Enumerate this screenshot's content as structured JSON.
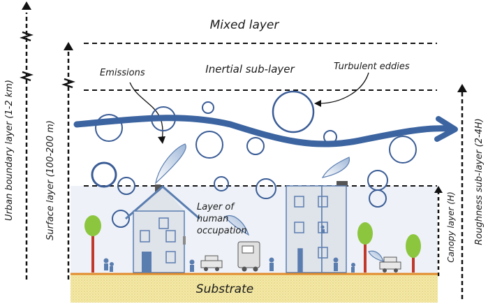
{
  "labels": {
    "mixed_layer": "Mixed layer",
    "inertial_sublayer": "Inertial sub-layer",
    "emissions": "Emissions",
    "turbulent_eddies": "Turbulent eddies",
    "human_layer_1": "Layer of",
    "human_layer_2": "human",
    "human_layer_3": "occupation",
    "substrate": "Substrate",
    "urban_boundary_layer": "Urban boundary layer (1-2 km)",
    "surface_layer": "Surface layer (100-200 m)",
    "canopy_layer": "Canopy layer (H)",
    "roughness_sublayer": "Roughness sub-layer (2-4H)"
  },
  "colors": {
    "wind_arrow": "#3c64a0",
    "eddy": "#3a5c96",
    "building_fill": "#dfe3ea",
    "building_stroke": "#5a7db0",
    "canopy_bg": "#eef2f8",
    "substrate_fill": "#f2e6a0",
    "substrate_line": "#e08a2a",
    "tree_green": "#8cc63f",
    "tree_trunk": "#c0392b"
  }
}
